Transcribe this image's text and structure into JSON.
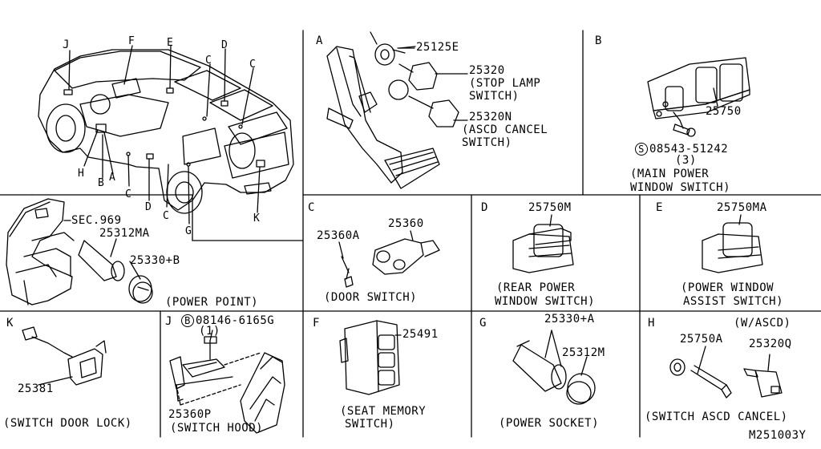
{
  "overview": {
    "callouts": [
      "J",
      "F",
      "E",
      "D",
      "C",
      "C",
      "H",
      "B",
      "A",
      "C",
      "D",
      "C",
      "G",
      "K"
    ]
  },
  "sections": {
    "A": {
      "letter": "A",
      "parts": [
        "25125E",
        "25320",
        "25320N"
      ],
      "caption_stop": [
        "(STOP LAMP",
        "SWITCH)"
      ],
      "caption_ascd": [
        "(ASCD CANCEL",
        "SWITCH)"
      ]
    },
    "B": {
      "letter": "B",
      "parts": [
        "25750"
      ],
      "screw_symbol": "S",
      "screw_part": "08543-51242",
      "screw_qty": "(3)",
      "caption": [
        "(MAIN POWER",
        "WINDOW SWITCH)"
      ]
    },
    "power_point": {
      "parts": [
        "SEC.969",
        "25312MA",
        "25330+B"
      ],
      "caption": "(POWER POINT)"
    },
    "C": {
      "letter": "C",
      "parts": [
        "25360A",
        "25360"
      ],
      "caption": "(DOOR SWITCH)"
    },
    "D": {
      "letter": "D",
      "parts": [
        "25750M"
      ],
      "caption": [
        "(REAR POWER",
        "WINDOW SWITCH)"
      ]
    },
    "E": {
      "letter": "E",
      "parts": [
        "25750MA"
      ],
      "caption": [
        "(POWER WINDOW",
        "ASSIST SWITCH)"
      ]
    },
    "K": {
      "letter": "K",
      "parts": [
        "25381"
      ],
      "caption": "(SWITCH DOOR LOCK)"
    },
    "J": {
      "letter": "J",
      "bolt_symbol": "B",
      "bolt_part": "08146-6165G",
      "bolt_qty": "(1)",
      "parts": [
        "25360P"
      ],
      "caption": "(SWITCH HOOD)"
    },
    "F": {
      "letter": "F",
      "parts": [
        "25491"
      ],
      "caption": [
        "(SEAT MEMORY",
        "SWITCH)"
      ]
    },
    "G": {
      "letter": "G",
      "parts": [
        "25330+A",
        "25312M"
      ],
      "caption": "(POWER SOCKET)"
    },
    "H": {
      "letter": "H",
      "note": "(W/ASCD)",
      "parts": [
        "25750A",
        "25320Q"
      ],
      "caption": "(SWITCH ASCD CANCEL)"
    }
  },
  "figure_code": "M251003Y"
}
